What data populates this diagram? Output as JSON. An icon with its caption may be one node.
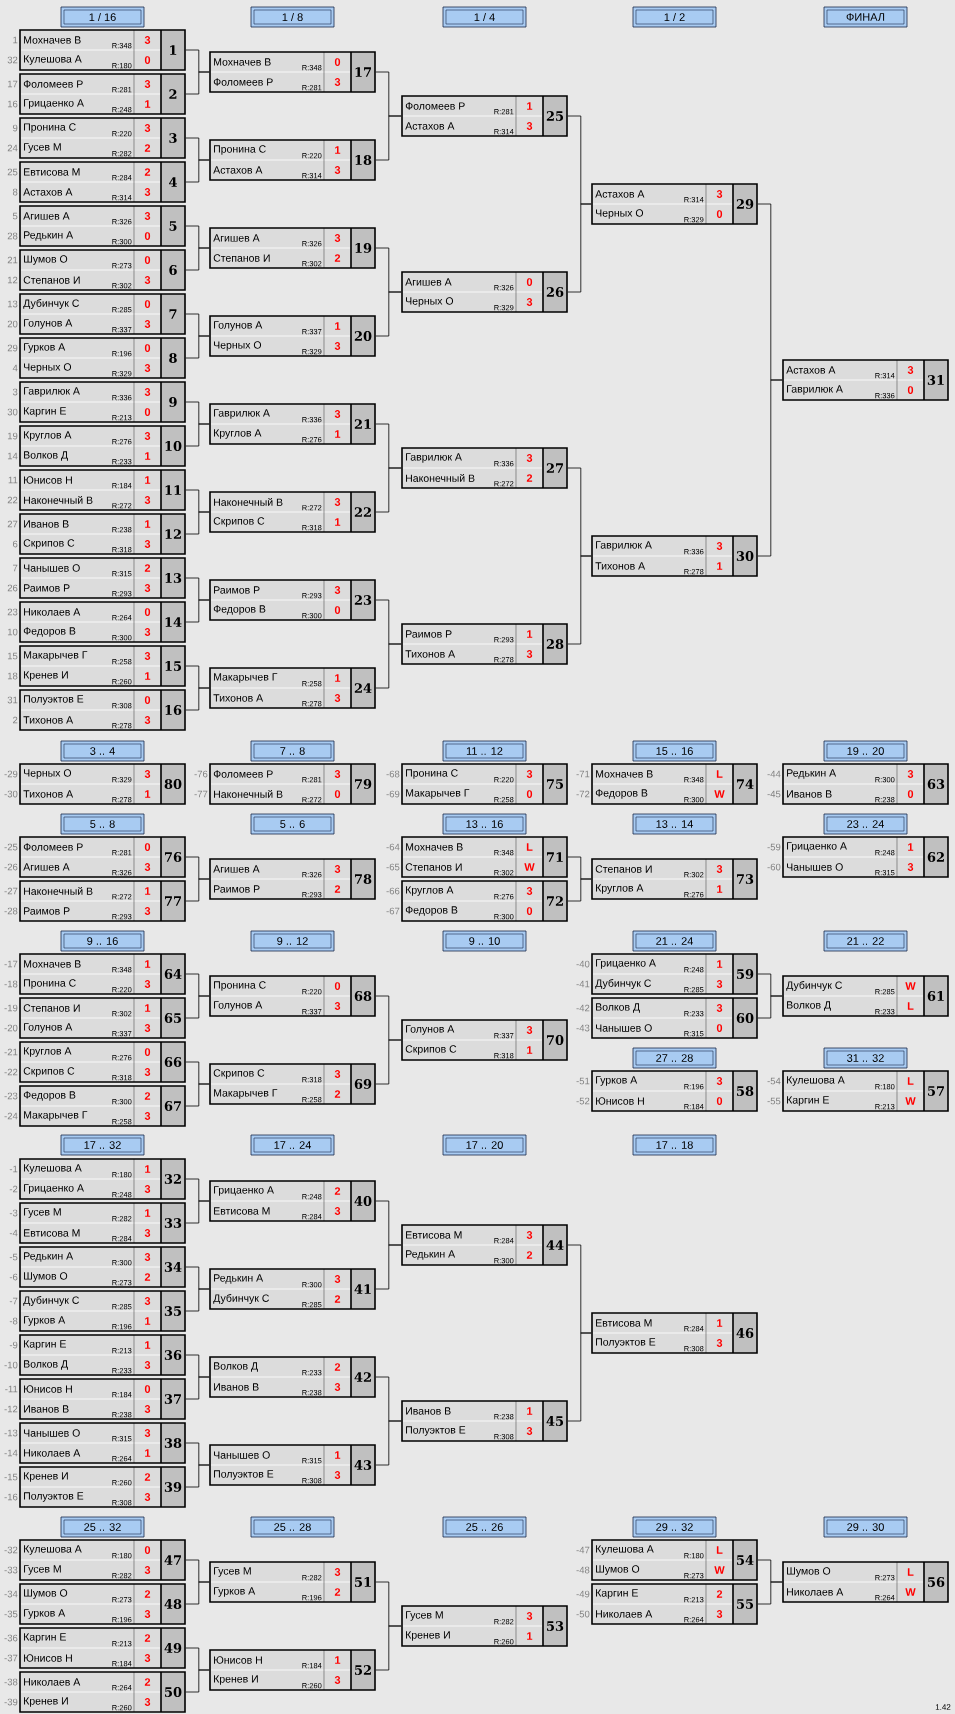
{
  "diagram": {
    "nodes": [
      {
        "text": [
          "1 / 16"
        ]
      },
      {
        "text": [
          "1 / 8"
        ]
      },
      {
        "text": [
          "1 / 4"
        ]
      },
      {
        "text": [
          "1 / 2"
        ]
      },
      {
        "text": [
          "ФИНАЛ"
        ]
      },
      {
        "text": [
          "Мохначев В",
          "R:348",
          "3",
          "Кулешова А",
          "R:180",
          "0",
          "1"
        ],
        "beside": [
          "1",
          "32"
        ]
      },
      {
        "text": [
          "Фоломеев Р",
          "R:281",
          "3",
          "Грицаенко А",
          "R:248",
          "1",
          "2"
        ],
        "beside": [
          "17",
          "16"
        ]
      },
      {
        "text": [
          "Пронина С",
          "R:220",
          "3",
          "Гусев М",
          "R:282",
          "2",
          "3"
        ],
        "beside": [
          "9",
          "24"
        ]
      },
      {
        "text": [
          "Евтисова М",
          "R:284",
          "2",
          "Астахов А",
          "R:314",
          "3",
          "4"
        ],
        "beside": [
          "25",
          "8"
        ]
      },
      {
        "text": [
          "Агишев А",
          "R:326",
          "3",
          "Редькин А",
          "R:300",
          "0",
          "5"
        ],
        "beside": [
          "5",
          "28"
        ]
      },
      {
        "text": [
          "Шумов О",
          "R:273",
          "0",
          "Степанов И",
          "R:302",
          "3",
          "6"
        ],
        "beside": [
          "21",
          "12"
        ]
      },
      {
        "text": [
          "Дубинчук С",
          "R:285",
          "0",
          "Голунов А",
          "R:337",
          "3",
          "7"
        ],
        "beside": [
          "13",
          "20"
        ]
      },
      {
        "text": [
          "Гурков А",
          "R:196",
          "0",
          "Черных О",
          "R:329",
          "3",
          "8"
        ],
        "beside": [
          "29",
          "4"
        ]
      },
      {
        "text": [
          "Гаврилюк А",
          "R:336",
          "3",
          "Каргин Е",
          "R:213",
          "0",
          "9"
        ],
        "beside": [
          "3",
          "30"
        ]
      },
      {
        "text": [
          "Круглов А",
          "R:276",
          "3",
          "Волков Д",
          "R:233",
          "1",
          "10"
        ],
        "beside": [
          "19",
          "14"
        ]
      },
      {
        "text": [
          "Юнисов Н",
          "R:184",
          "1",
          "Наконечный В",
          "R:272",
          "3",
          "11"
        ],
        "beside": [
          "11",
          "22"
        ]
      },
      {
        "text": [
          "Иванов В",
          "R:238",
          "1",
          "Скрипов С",
          "R:318",
          "3",
          "12"
        ],
        "beside": [
          "27",
          "6"
        ]
      },
      {
        "text": [
          "Чанышев О",
          "R:315",
          "2",
          "Раимов Р",
          "R:293",
          "3",
          "13"
        ],
        "beside": [
          "7",
          "26"
        ]
      },
      {
        "text": [
          "Николаев А",
          "R:264",
          "0",
          "Федоров В",
          "R:300",
          "3",
          "14"
        ],
        "beside": [
          "23",
          "10"
        ]
      },
      {
        "text": [
          "Макарычев Г",
          "R:258",
          "3",
          "Кренев И",
          "R:260",
          "1",
          "15"
        ],
        "beside": [
          "15",
          "18"
        ]
      },
      {
        "text": [
          "Полуэктов Е",
          "R:308",
          "0",
          "Тихонов А",
          "R:278",
          "3",
          "16"
        ],
        "beside": [
          "31",
          "2"
        ]
      },
      {
        "text": [
          "Мохначев В",
          "R:348",
          "0",
          "Фоломеев Р",
          "R:281",
          "3",
          "17"
        ]
      },
      {
        "text": [
          "Пронина С",
          "R:220",
          "1",
          "Астахов А",
          "R:314",
          "3",
          "18"
        ]
      },
      {
        "text": [
          "Агишев А",
          "R:326",
          "3",
          "Степанов И",
          "R:302",
          "2",
          "19"
        ]
      },
      {
        "text": [
          "Голунов А",
          "R:337",
          "1",
          "Черных О",
          "R:329",
          "3",
          "20"
        ]
      },
      {
        "text": [
          "Гаврилюк А",
          "R:336",
          "3",
          "Круглов А",
          "R:276",
          "1",
          "21"
        ]
      },
      {
        "text": [
          "Наконечный В",
          "R:272",
          "3",
          "Скрипов С",
          "R:318",
          "1",
          "22"
        ]
      },
      {
        "text": [
          "Раимов Р",
          "R:293",
          "3",
          "Федоров В",
          "R:300",
          "0",
          "23"
        ]
      },
      {
        "text": [
          "Макарычев Г",
          "R:258",
          "1",
          "Тихонов А",
          "R:278",
          "3",
          "24"
        ]
      },
      {
        "text": [
          "Фоломеев Р",
          "R:281",
          "1",
          "Астахов А",
          "R:314",
          "3",
          "25"
        ]
      },
      {
        "text": [
          "Агишев А",
          "R:326",
          "0",
          "Черных О",
          "R:329",
          "3",
          "26"
        ]
      },
      {
        "text": [
          "Гаврилюк А",
          "R:336",
          "3",
          "Наконечный В",
          "R:272",
          "2",
          "27"
        ]
      },
      {
        "text": [
          "Раимов Р",
          "R:293",
          "1",
          "Тихонов А",
          "R:278",
          "3",
          "28"
        ]
      },
      {
        "text": [
          "Астахов А",
          "R:314",
          "3",
          "Черных О",
          "R:329",
          "0",
          "29"
        ]
      },
      {
        "text": [
          "Гаврилюк А",
          "R:336",
          "3",
          "Тихонов А",
          "R:278",
          "1",
          "30"
        ]
      },
      {
        "text": [
          "Астахов А",
          "R:314",
          "3",
          "Гаврилюк А",
          "R:336",
          "0",
          "31"
        ]
      },
      {
        "text": [
          "3 .. 4"
        ]
      },
      {
        "text": [
          "7 .. 8"
        ]
      },
      {
        "text": [
          "11 .. 12"
        ]
      },
      {
        "text": [
          "15 .. 16"
        ]
      },
      {
        "text": [
          "19 .. 20"
        ]
      },
      {
        "text": [
          "Черных О",
          "R:329",
          "3",
          "Тихонов А",
          "R:278",
          "1",
          "80"
        ],
        "beside": [
          "-29",
          "-30"
        ]
      },
      {
        "text": [
          "Фоломеев Р",
          "R:281",
          "3",
          "Наконечный В",
          "R:272",
          "0",
          "79"
        ],
        "beside": [
          "-76",
          "-77"
        ]
      },
      {
        "text": [
          "Пронина С",
          "R:220",
          "3",
          "Макарычев Г",
          "R:258",
          "0",
          "75"
        ],
        "beside": [
          "-68",
          "-69"
        ]
      },
      {
        "text": [
          "Мохначев В",
          "R:348",
          "L",
          "Федоров В",
          "R:300",
          "W",
          "74"
        ],
        "beside": [
          "-71",
          "-72"
        ]
      },
      {
        "text": [
          "Редькин А",
          "R:300",
          "3",
          "Иванов В",
          "R:238",
          "0",
          "63"
        ],
        "beside": [
          "-44",
          "-45"
        ]
      },
      {
        "text": [
          "5 .. 8"
        ]
      },
      {
        "text": [
          "5 .. 6"
        ]
      },
      {
        "text": [
          "13 .. 16"
        ]
      },
      {
        "text": [
          "13 .. 14"
        ]
      },
      {
        "text": [
          "23 .. 24"
        ]
      },
      {
        "text": [
          "Фоломеев Р",
          "R:281",
          "0",
          "Агишев А",
          "R:326",
          "3",
          "76"
        ],
        "beside": [
          "-25",
          "-26"
        ]
      },
      {
        "text": [
          "Наконечный В",
          "R:272",
          "1",
          "Раимов Р",
          "R:293",
          "3",
          "77"
        ],
        "beside": [
          "-27",
          "-28"
        ]
      },
      {
        "text": [
          "Агишев А",
          "R:326",
          "3",
          "Раимов Р",
          "R:293",
          "2",
          "78"
        ]
      },
      {
        "text": [
          "Мохначев В",
          "R:348",
          "L",
          "Степанов И",
          "R:302",
          "W",
          "71"
        ],
        "beside": [
          "-64",
          "-65"
        ]
      },
      {
        "text": [
          "Круглов А",
          "R:276",
          "3",
          "Федоров В",
          "R:300",
          "0",
          "72"
        ],
        "beside": [
          "-66",
          "-67"
        ]
      },
      {
        "text": [
          "Степанов И",
          "R:302",
          "3",
          "Круглов А",
          "R:276",
          "1",
          "73"
        ]
      },
      {
        "text": [
          "Грицаенко А",
          "R:248",
          "1",
          "Чанышев О",
          "R:315",
          "3",
          "62"
        ],
        "beside": [
          "-59",
          "-60"
        ]
      },
      {
        "text": [
          "9 .. 16"
        ]
      },
      {
        "text": [
          "9 .. 12"
        ]
      },
      {
        "text": [
          "9 .. 10"
        ]
      },
      {
        "text": [
          "21 .. 24"
        ]
      },
      {
        "text": [
          "21 .. 22"
        ]
      },
      {
        "text": [
          "Мохначев В",
          "R:348",
          "1",
          "Пронина С",
          "R:220",
          "3",
          "64"
        ],
        "beside": [
          "-17",
          "-18"
        ]
      },
      {
        "text": [
          "Степанов И",
          "R:302",
          "1",
          "Голунов А",
          "R:337",
          "3",
          "65"
        ],
        "beside": [
          "-19",
          "-20"
        ]
      },
      {
        "text": [
          "Круглов А",
          "R:276",
          "0",
          "Скрипов С",
          "R:318",
          "3",
          "66"
        ],
        "beside": [
          "-21",
          "-22"
        ]
      },
      {
        "text": [
          "Федоров В",
          "R:300",
          "2",
          "Макарычев Г",
          "R:258",
          "3",
          "67"
        ],
        "beside": [
          "-23",
          "-24"
        ]
      },
      {
        "text": [
          "Пронина С",
          "R:220",
          "0",
          "Голунов А",
          "R:337",
          "3",
          "68"
        ]
      },
      {
        "text": [
          "Скрипов С",
          "R:318",
          "3",
          "Макарычев Г",
          "R:258",
          "2",
          "69"
        ]
      },
      {
        "text": [
          "Голунов А",
          "R:337",
          "3",
          "Скрипов С",
          "R:318",
          "1",
          "70"
        ]
      },
      {
        "text": [
          "Грицаенко А",
          "R:248",
          "1",
          "Дубинчук С",
          "R:285",
          "3",
          "59"
        ],
        "beside": [
          "-40",
          "-41"
        ]
      },
      {
        "text": [
          "Волков Д",
          "R:233",
          "3",
          "Чанышев О",
          "R:315",
          "0",
          "60"
        ],
        "beside": [
          "-42",
          "-43"
        ]
      },
      {
        "text": [
          "Дубинчук С",
          "R:285",
          "W",
          "Волков Д",
          "R:233",
          "L",
          "61"
        ]
      },
      {
        "text": [
          "27 .. 28"
        ]
      },
      {
        "text": [
          "31 .. 32"
        ]
      },
      {
        "text": [
          "Гурков А",
          "R:196",
          "3",
          "Юнисов Н",
          "R:184",
          "0",
          "58"
        ],
        "beside": [
          "-51",
          "-52"
        ]
      },
      {
        "text": [
          "Кулешова А",
          "R:180",
          "L",
          "Каргин Е",
          "R:213",
          "W",
          "57"
        ],
        "beside": [
          "-54",
          "-55"
        ]
      },
      {
        "text": [
          "17 .. 32"
        ]
      },
      {
        "text": [
          "17 .. 24"
        ]
      },
      {
        "text": [
          "17 .. 20"
        ]
      },
      {
        "text": [
          "17 .. 18"
        ]
      },
      {
        "text": [
          "Кулешова А",
          "R:180",
          "1",
          "Грицаенко А",
          "R:248",
          "3",
          "32"
        ],
        "beside": [
          "-1",
          "-2"
        ]
      },
      {
        "text": [
          "Гусев М",
          "R:282",
          "1",
          "Евтисова М",
          "R:284",
          "3",
          "33"
        ],
        "beside": [
          "-3",
          "-4"
        ]
      },
      {
        "text": [
          "Редькин А",
          "R:300",
          "3",
          "Шумов О",
          "R:273",
          "2",
          "34"
        ],
        "beside": [
          "-5",
          "-6"
        ]
      },
      {
        "text": [
          "Дубинчук С",
          "R:285",
          "3",
          "Гурков А",
          "R:196",
          "1",
          "35"
        ],
        "beside": [
          "-7",
          "-8"
        ]
      },
      {
        "text": [
          "Каргин Е",
          "R:213",
          "1",
          "Волков Д",
          "R:233",
          "3",
          "36"
        ],
        "beside": [
          "-9",
          "-10"
        ]
      },
      {
        "text": [
          "Юнисов Н",
          "R:184",
          "0",
          "Иванов В",
          "R:238",
          "3",
          "37"
        ],
        "beside": [
          "-11",
          "-12"
        ]
      },
      {
        "text": [
          "Чанышев О",
          "R:315",
          "3",
          "Николаев А",
          "R:264",
          "1",
          "38"
        ],
        "beside": [
          "-13",
          "-14"
        ]
      },
      {
        "text": [
          "Кренев И",
          "R:260",
          "2",
          "Полуэктов Е",
          "R:308",
          "3",
          "39"
        ],
        "beside": [
          "-15",
          "-16"
        ]
      },
      {
        "text": [
          "Грицаенко А",
          "R:248",
          "2",
          "Евтисова М",
          "R:284",
          "3",
          "40"
        ]
      },
      {
        "text": [
          "Редькин А",
          "R:300",
          "3",
          "Дубинчук С",
          "R:285",
          "2",
          "41"
        ]
      },
      {
        "text": [
          "Волков Д",
          "R:233",
          "2",
          "Иванов В",
          "R:238",
          "3",
          "42"
        ]
      },
      {
        "text": [
          "Чанышев О",
          "R:315",
          "1",
          "Полуэктов Е",
          "R:308",
          "3",
          "43"
        ]
      },
      {
        "text": [
          "Евтисова М",
          "R:284",
          "3",
          "Редькин А",
          "R:300",
          "2",
          "44"
        ]
      },
      {
        "text": [
          "Иванов В",
          "R:238",
          "1",
          "Полуэктов Е",
          "R:308",
          "3",
          "45"
        ]
      },
      {
        "text": [
          "Евтисова М",
          "R:284",
          "1",
          "Полуэктов Е",
          "R:308",
          "3",
          "46"
        ]
      },
      {
        "text": [
          "25 .. 32"
        ]
      },
      {
        "text": [
          "25 .. 28"
        ]
      },
      {
        "text": [
          "25 .. 26"
        ]
      },
      {
        "text": [
          "29 .. 32"
        ]
      },
      {
        "text": [
          "29 .. 30"
        ]
      },
      {
        "text": [
          "Кулешова А",
          "R:180",
          "0",
          "Гусев М",
          "R:282",
          "3",
          "47"
        ],
        "beside": [
          "-32",
          "-33"
        ]
      },
      {
        "text": [
          "Шумов О",
          "R:273",
          "2",
          "Гурков А",
          "R:196",
          "3",
          "48"
        ],
        "beside": [
          "-34",
          "-35"
        ]
      },
      {
        "text": [
          "Каргин Е",
          "R:213",
          "2",
          "Юнисов Н",
          "R:184",
          "3",
          "49"
        ],
        "beside": [
          "-36",
          "-37"
        ]
      },
      {
        "text": [
          "Николаев А",
          "R:264",
          "2",
          "Кренев И",
          "R:260",
          "3",
          "50"
        ],
        "beside": [
          "-38",
          "-39"
        ]
      },
      {
        "text": [
          "Гусев М",
          "R:282",
          "3",
          "Гурков А",
          "R:196",
          "2",
          "51"
        ]
      },
      {
        "text": [
          "Юнисов Н",
          "R:184",
          "1",
          "Кренев И",
          "R:260",
          "3",
          "52"
        ]
      },
      {
        "text": [
          "Гусев М",
          "R:282",
          "3",
          "Кренев И",
          "R:260",
          "1",
          "53"
        ]
      },
      {
        "text": [
          "Кулешова А",
          "R:180",
          "L",
          "Шумов О",
          "R:273",
          "W",
          "54"
        ],
        "beside": [
          "-47",
          "-48"
        ]
      },
      {
        "text": [
          "Каргин Е",
          "R:213",
          "2",
          "Николаев А",
          "R:264",
          "3",
          "55"
        ],
        "beside": [
          "-49",
          "-50"
        ]
      },
      {
        "text": [
          "Шумов О",
          "R:273",
          "L",
          "Николаев А",
          "R:264",
          "W",
          "56"
        ]
      }
    ],
    "edges": [
      {
        "from": 5,
        "to": 21,
        "arrow": "none"
      },
      {
        "from": 6,
        "to": 21,
        "arrow": "none"
      },
      {
        "from": 7,
        "to": 22,
        "arrow": "none"
      },
      {
        "from": 8,
        "to": 22,
        "arrow": "none"
      },
      {
        "from": 9,
        "to": 23,
        "arrow": "none"
      },
      {
        "from": 10,
        "to": 23,
        "arrow": "none"
      },
      {
        "from": 11,
        "to": 24,
        "arrow": "none"
      },
      {
        "from": 12,
        "to": 24,
        "arrow": "none"
      },
      {
        "from": 13,
        "to": 25,
        "arrow": "none"
      },
      {
        "from": 14,
        "to": 25,
        "arrow": "none"
      },
      {
        "from": 15,
        "to": 26,
        "arrow": "none"
      },
      {
        "from": 16,
        "to": 26,
        "arrow": "none"
      },
      {
        "from": 17,
        "to": 27,
        "arrow": "none"
      },
      {
        "from": 18,
        "to": 27,
        "arrow": "none"
      },
      {
        "from": 19,
        "to": 28,
        "arrow": "none"
      },
      {
        "from": 20,
        "to": 28,
        "arrow": "none"
      },
      {
        "from": 21,
        "to": 29,
        "arrow": "none"
      },
      {
        "from": 22,
        "to": 29,
        "arrow": "none"
      },
      {
        "from": 23,
        "to": 30,
        "arrow": "none"
      },
      {
        "from": 24,
        "to": 30,
        "arrow": "none"
      },
      {
        "from": 25,
        "to": 31,
        "arrow": "none"
      },
      {
        "from": 26,
        "to": 31,
        "arrow": "none"
      },
      {
        "from": 27,
        "to": 32,
        "arrow": "none"
      },
      {
        "from": 28,
        "to": 32,
        "arrow": "none"
      },
      {
        "from": 29,
        "to": 33,
        "arrow": "none"
      },
      {
        "from": 30,
        "to": 33,
        "arrow": "none"
      },
      {
        "from": 31,
        "to": 34,
        "arrow": "none"
      },
      {
        "from": 32,
        "to": 34,
        "arrow": "none"
      },
      {
        "from": 33,
        "to": 35,
        "arrow": "none"
      },
      {
        "from": 34,
        "to": 35,
        "arrow": "none"
      },
      {
        "from": 51,
        "to": 53,
        "arrow": "none"
      },
      {
        "from": 52,
        "to": 53,
        "arrow": "none"
      },
      {
        "from": 54,
        "to": 56,
        "arrow": "none"
      },
      {
        "from": 55,
        "to": 56,
        "arrow": "none"
      },
      {
        "from": 63,
        "to": 67,
        "arrow": "none"
      },
      {
        "from": 64,
        "to": 67,
        "arrow": "none"
      },
      {
        "from": 65,
        "to": 68,
        "arrow": "none"
      },
      {
        "from": 66,
        "to": 68,
        "arrow": "none"
      },
      {
        "from": 67,
        "to": 69,
        "arrow": "none"
      },
      {
        "from": 68,
        "to": 69,
        "arrow": "none"
      },
      {
        "from": 70,
        "to": 72,
        "arrow": "none"
      },
      {
        "from": 71,
        "to": 72,
        "arrow": "none"
      },
      {
        "from": 81,
        "to": 89,
        "arrow": "none"
      },
      {
        "from": 82,
        "to": 89,
        "arrow": "none"
      },
      {
        "from": 83,
        "to": 90,
        "arrow": "none"
      },
      {
        "from": 84,
        "to": 90,
        "arrow": "none"
      },
      {
        "from": 85,
        "to": 91,
        "arrow": "none"
      },
      {
        "from": 86,
        "to": 91,
        "arrow": "none"
      },
      {
        "from": 87,
        "to": 92,
        "arrow": "none"
      },
      {
        "from": 88,
        "to": 92,
        "arrow": "none"
      },
      {
        "from": 89,
        "to": 93,
        "arrow": "none"
      },
      {
        "from": 90,
        "to": 93,
        "arrow": "none"
      },
      {
        "from": 91,
        "to": 94,
        "arrow": "none"
      },
      {
        "from": 92,
        "to": 94,
        "arrow": "none"
      },
      {
        "from": 93,
        "to": 95,
        "arrow": "none"
      },
      {
        "from": 94,
        "to": 95,
        "arrow": "none"
      },
      {
        "from": 101,
        "to": 105,
        "arrow": "none"
      },
      {
        "from": 102,
        "to": 105,
        "arrow": "none"
      },
      {
        "from": 103,
        "to": 106,
        "arrow": "none"
      },
      {
        "from": 104,
        "to": 106,
        "arrow": "none"
      },
      {
        "from": 105,
        "to": 107,
        "arrow": "none"
      },
      {
        "from": 106,
        "to": 107,
        "arrow": "none"
      },
      {
        "from": 108,
        "to": 110,
        "arrow": "none"
      },
      {
        "from": 109,
        "to": 110,
        "arrow": "none"
      }
    ],
    "labels": [
      "1.42"
    ]
  }
}
